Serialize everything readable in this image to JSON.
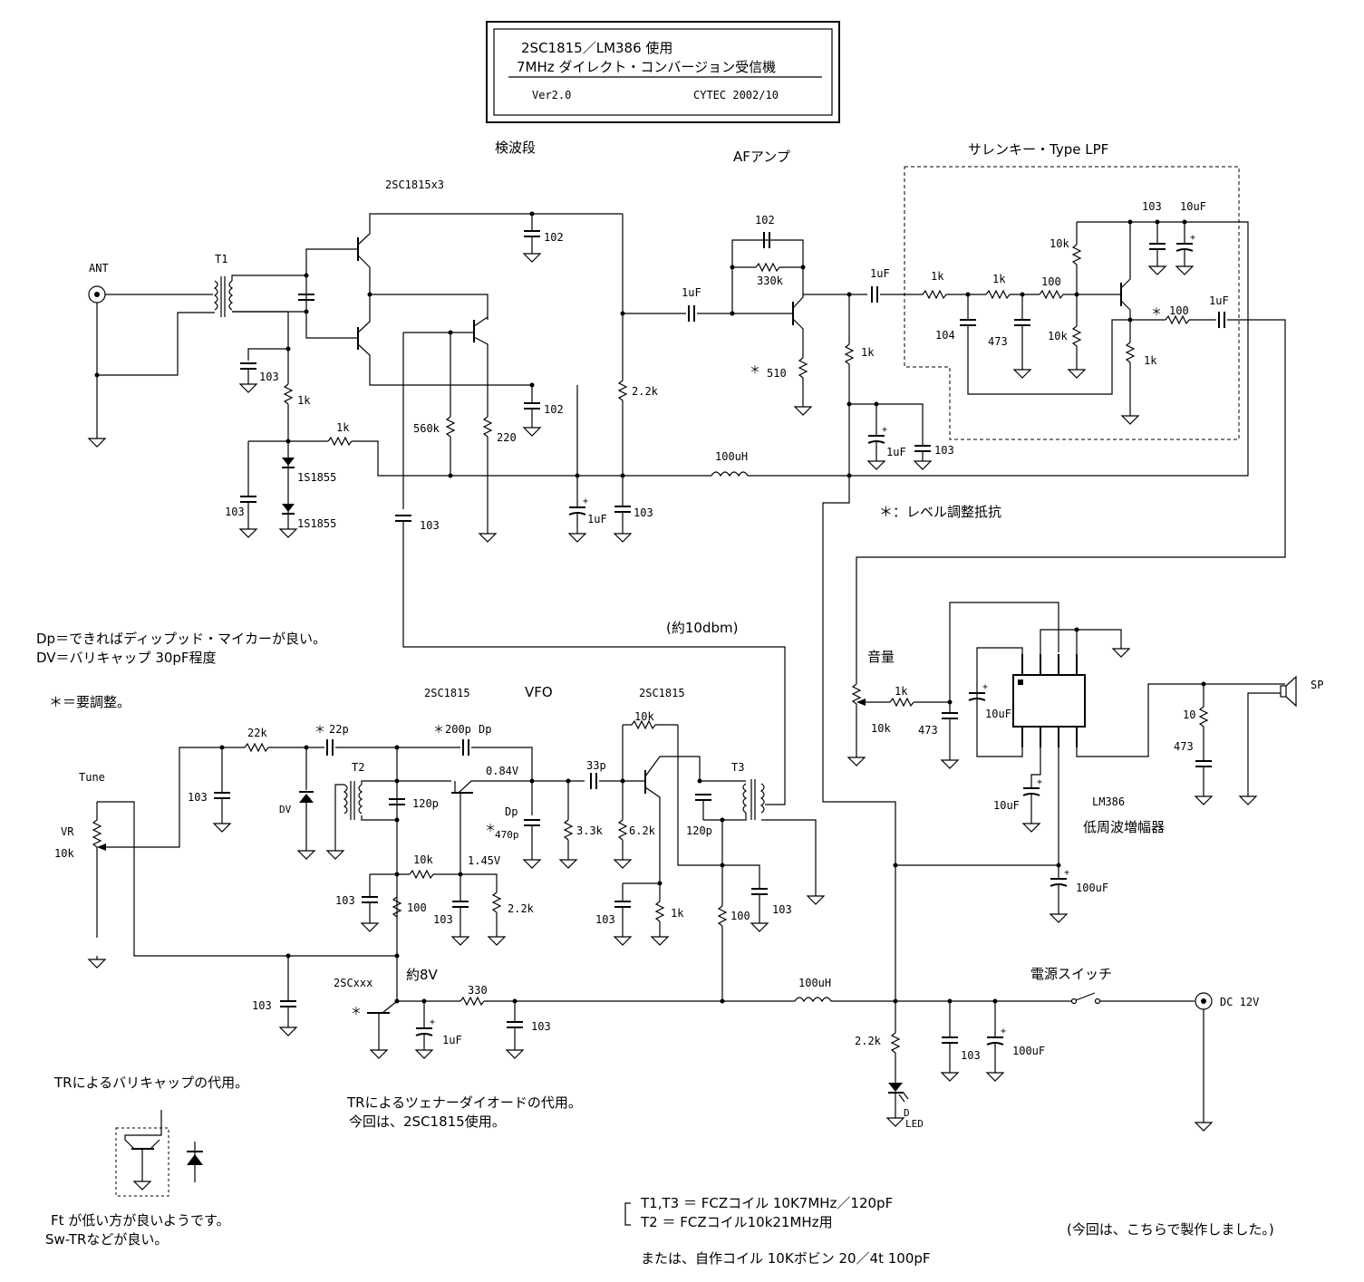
{
  "title": {
    "line1": "2SC1815／LM386 使用",
    "line2": "7MHz ダイレクト・コンバージョン受信機",
    "version": "Ver2.0",
    "author": "CYTEC 2002/10"
  },
  "sections": {
    "detector": "検波段",
    "detector_tr": "2SC1815x3",
    "af_amp": "AFアンプ",
    "lpf": "サレンキー・Type LPF",
    "vfo": "VFO",
    "vfo_tr1": "2SC1815",
    "vfo_tr2": "2SC1815",
    "level_note": "(約10dbm)",
    "lm386": "LM386",
    "lm386_desc": "低周波増幅器",
    "volume": "音量",
    "power_switch": "電源スイッチ",
    "dc_input": "DC 12V",
    "approx_8v": "約8V",
    "level_adjust": "＊：レベル調整抵抗"
  },
  "components": {
    "ant": "ANT",
    "t1": "T1",
    "t2": "T2",
    "t3": "T3",
    "c102a": "102",
    "c102b": "102",
    "c102c": "102",
    "c103_t1": "103",
    "r1k_a": "1k",
    "r1k_b": "1k",
    "d1": "1S1855",
    "d2": "1S1855",
    "c103_d": "103",
    "c103_vfo": "103",
    "r560k": "560k",
    "r220": "220",
    "c1uf_det": "1uF",
    "c103_det": "103",
    "r2_2k_det": "2.2k",
    "c1uf_in": "1uF",
    "r330k": "330k",
    "r510": "510",
    "star": "＊",
    "l100uh_top": "100uH",
    "c1uf_af": "1uF",
    "r1k_af": "1k",
    "c1uf_dec": "1uF",
    "c103_dec": "103",
    "r1k_l1": "1k",
    "r1k_l2": "1k",
    "r100_l": "100",
    "c104": "104",
    "c473": "473",
    "r10k_a": "10k",
    "r10k_b": "10k",
    "c103_l": "103",
    "c10uf_l": "10uF",
    "r100_out": "100",
    "c1uf_out": "1uF",
    "r1k_e": "1k",
    "r22k": "22k",
    "c22p": "22p",
    "c200p": "200p",
    "dp": "Dp",
    "v084": "0.84V",
    "v145": "1.45V",
    "c120p_a": "120p",
    "dv": "DV",
    "tune": "Tune",
    "vr": "VR",
    "vr10k": "10k",
    "c103_t": "103",
    "c470p": "470p",
    "r3_3k": "3.3k",
    "r6_2k": "6.2k",
    "c33p": "33p",
    "r10k_fb": "10k",
    "r10k_bias": "10k",
    "c103_v1": "103",
    "c103_v2": "103",
    "r100_v": "100",
    "r2_2k_v": "2.2k",
    "c103_v3": "103",
    "r1k_v": "1k",
    "r100_c": "100",
    "c120p_b": "120p",
    "c103_v4": "103",
    "c103_pw": "103",
    "tr_2scxxx": "2SCxxx",
    "r330": "330",
    "c1uf_z": "1uF",
    "c103_z": "103",
    "l100uh_bot": "100uH",
    "r2_2k_led": "2.2k",
    "led": "LED",
    "led_d": "D",
    "c103_12": "103",
    "c100uf_12": "100uF",
    "r1k_vol": "1k",
    "vol10k": "10k",
    "c473_vol": "473",
    "c10uf_lm1": "10uF",
    "c10uf_lm2": "10uF",
    "c100uf_lm": "100uF",
    "r10_sp": "10",
    "c473_sp": "473",
    "sp": "SP"
  },
  "notes": {
    "dp_note": "Dp＝できればディップッド・マイカーが良い。",
    "dv_note": "DV＝バリキャップ 30pF程度",
    "adj_note": "＊＝要調整。",
    "varicap_sub": "TRによるバリキャップの代用。",
    "ft_note1": "Ft が低い方が良いようです。",
    "ft_note2": "Sw-TRなどが良い。",
    "zener_sub1": "TRによるツェナーダイオードの代用。",
    "zener_sub2": "今回は、2SC1815使用。",
    "coil1": "T1,T3 ＝ FCZコイル 10K7MHz／120pF",
    "coil2": "T2 ＝ FCZコイル10k21MHz用",
    "coil3": "または、自作コイル 10Kボビン 20／4t 100pF",
    "coil_note": "(今回は、こちらで製作しました。)"
  }
}
